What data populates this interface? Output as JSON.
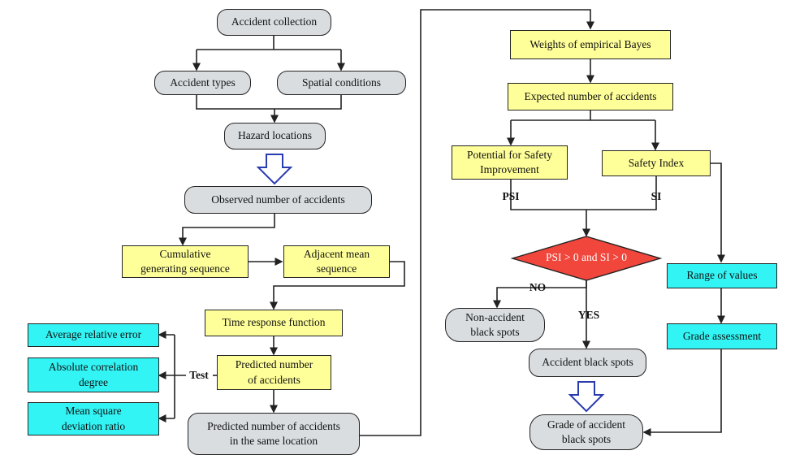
{
  "nodes": {
    "accident_collection": "Accident collection",
    "accident_types": "Accident types",
    "spatial_conditions": "Spatial conditions",
    "hazard_locations": "Hazard locations",
    "observed_number": "Observed number of accidents",
    "cumulative_line1": "Cumulative",
    "cumulative_line2": "generating sequence",
    "adjacent_line1": "Adjacent mean",
    "adjacent_line2": "sequence",
    "time_response": "Time response function",
    "predicted_line1": "Predicted number",
    "predicted_line2": "of accidents",
    "predicted_same_line1": "Predicted number of accidents",
    "predicted_same_line2": "in the same location",
    "avg_rel_error": "Average relative error",
    "abs_corr_line1": "Absolute correlation",
    "abs_corr_line2": "degree",
    "msd_line1": "Mean square",
    "msd_line2": "deviation ratio",
    "weights_eb": "Weights of empirical Bayes",
    "expected_number": "Expected number of accidents",
    "psi_box_line1": "Potential for Safety",
    "psi_box_line2": "Improvement",
    "safety_index": "Safety Index",
    "decision": "PSI > 0 and SI > 0",
    "non_black_line1": "Non-accident",
    "non_black_line2": "black spots",
    "black_spots": "Accident black spots",
    "range_values": "Range of values",
    "grade_assessment": "Grade assessment",
    "grade_black_line1": "Grade of accident",
    "grade_black_line2": "black spots"
  },
  "labels": {
    "test": "Test",
    "psi": "PSI",
    "si": "SI",
    "no": "NO",
    "yes": "YES"
  },
  "colors": {
    "gray_node": "#d9dde0",
    "yellow_node": "#ffff99",
    "cyan_node": "#33f4f4",
    "decision": "#f0463c",
    "hollow_arrow": "#2a3bb0"
  }
}
